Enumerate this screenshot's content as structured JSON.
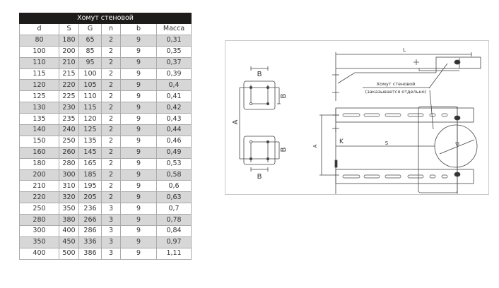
{
  "table": {
    "title": "Хомут стеновой",
    "headers": [
      "d",
      "S",
      "G",
      "n",
      "b",
      "Масса"
    ],
    "rows": [
      [
        "80",
        "180",
        "65",
        "2",
        "9",
        "0,31"
      ],
      [
        "100",
        "200",
        "85",
        "2",
        "9",
        "0,35"
      ],
      [
        "110",
        "210",
        "95",
        "2",
        "9",
        "0,37"
      ],
      [
        "115",
        "215",
        "100",
        "2",
        "9",
        "0,39"
      ],
      [
        "120",
        "220",
        "105",
        "2",
        "9",
        "0,4"
      ],
      [
        "125",
        "225",
        "110",
        "2",
        "9",
        "0,41"
      ],
      [
        "130",
        "230",
        "115",
        "2",
        "9",
        "0,42"
      ],
      [
        "135",
        "235",
        "120",
        "2",
        "9",
        "0,43"
      ],
      [
        "140",
        "240",
        "125",
        "2",
        "9",
        "0,44"
      ],
      [
        "150",
        "250",
        "135",
        "2",
        "9",
        "0,46"
      ],
      [
        "160",
        "260",
        "145",
        "2",
        "9",
        "0,49"
      ],
      [
        "180",
        "280",
        "165",
        "2",
        "9",
        "0,53"
      ],
      [
        "200",
        "300",
        "185",
        "2",
        "9",
        "0,58"
      ],
      [
        "210",
        "310",
        "195",
        "2",
        "9",
        "0,6"
      ],
      [
        "220",
        "320",
        "205",
        "2",
        "9",
        "0,63"
      ],
      [
        "250",
        "350",
        "236",
        "3",
        "9",
        "0,7"
      ],
      [
        "280",
        "380",
        "266",
        "3",
        "9",
        "0,78"
      ],
      [
        "300",
        "400",
        "286",
        "3",
        "9",
        "0,84"
      ],
      [
        "350",
        "450",
        "336",
        "3",
        "9",
        "0,97"
      ],
      [
        "400",
        "500",
        "386",
        "3",
        "9",
        "1,11"
      ]
    ]
  },
  "diagram": {
    "label_b": "B",
    "label_a": "A",
    "label_l": "L",
    "label_k": "K",
    "label_s": "S",
    "label_d": "D",
    "callout_line1": "Хомут стеновой",
    "callout_line2": "(заказывается отдельно)"
  }
}
